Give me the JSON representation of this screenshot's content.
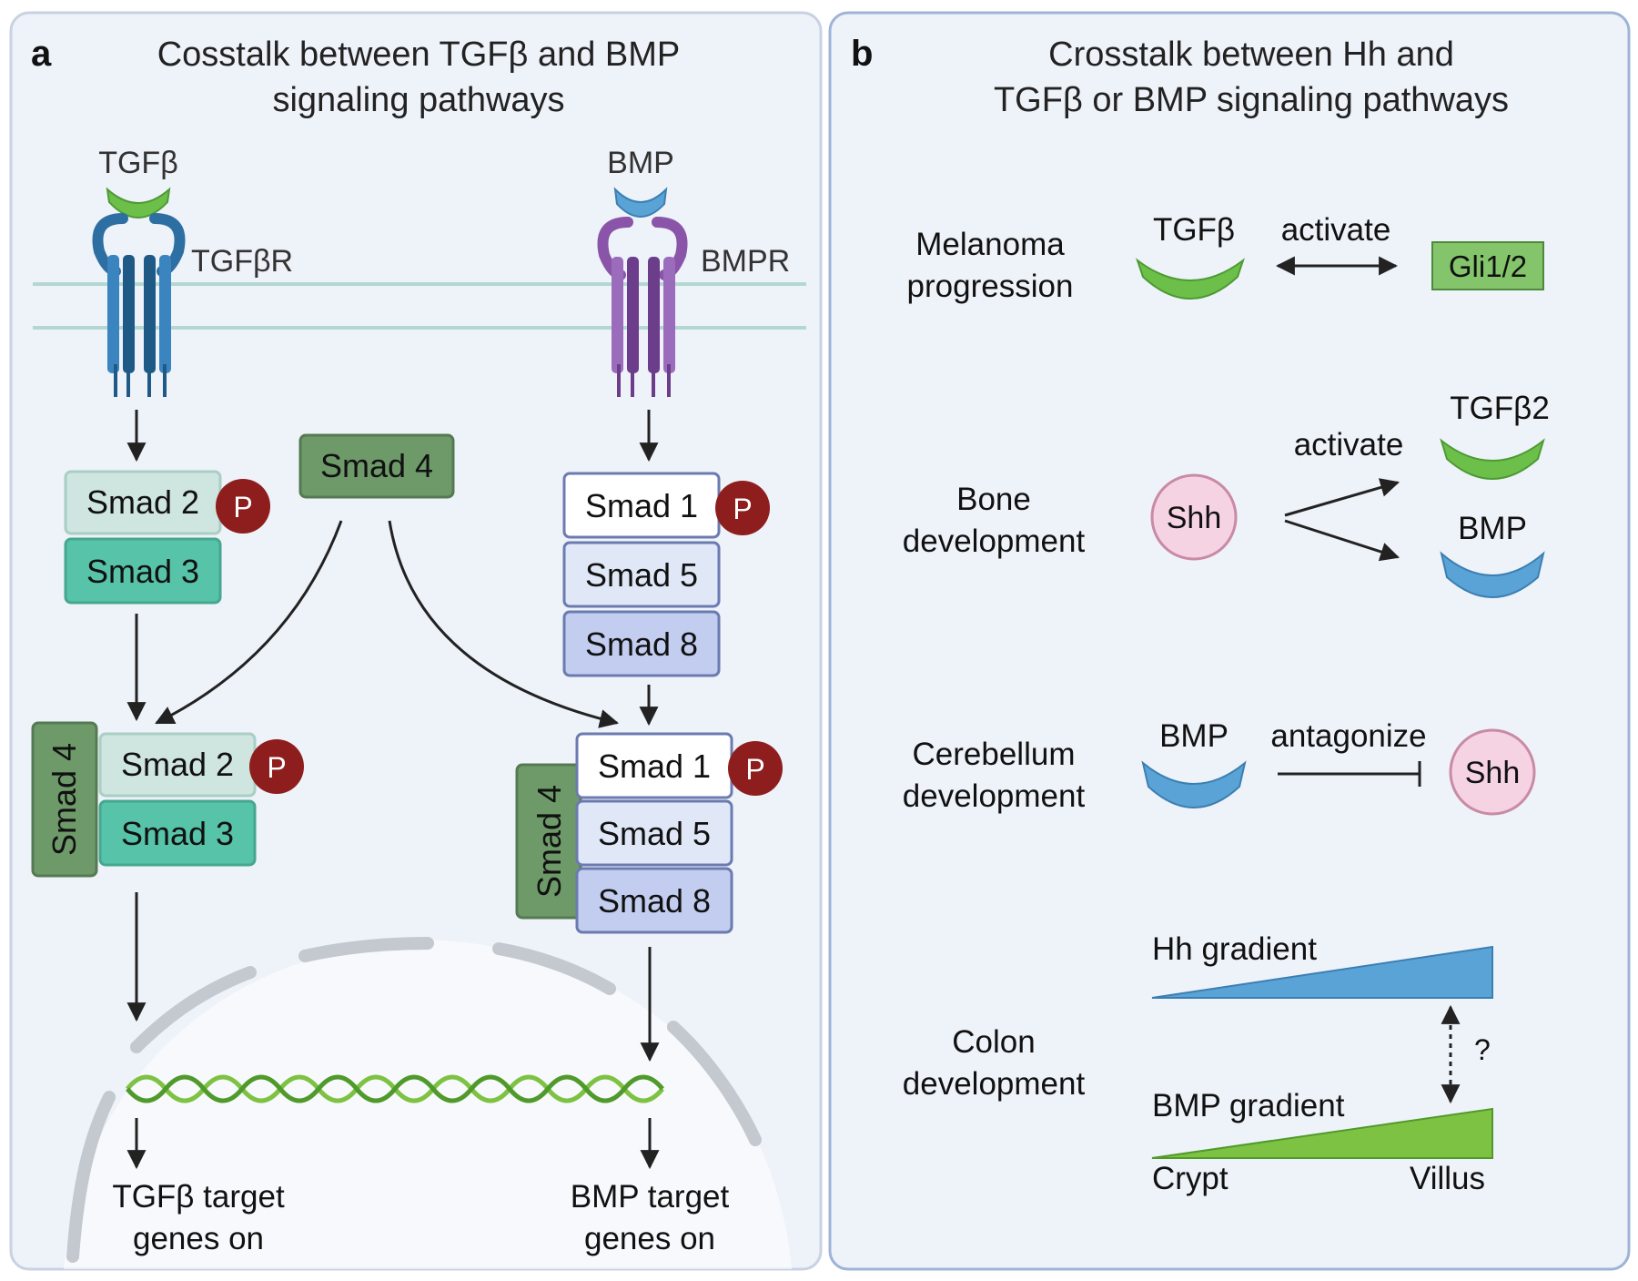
{
  "panel_a": {
    "letter": "a",
    "title_line1": "Cosstalk between TGFβ and BMP",
    "title_line2": "signaling pathways",
    "tgfb_ligand": "TGFβ",
    "tgfb_receptor": "TGFβR",
    "bmp_ligand": "BMP",
    "bmp_receptor": "BMPR",
    "smad2": "Smad 2",
    "smad3": "Smad 3",
    "smad4": "Smad 4",
    "smad1": "Smad 1",
    "smad5": "Smad 5",
    "smad8": "Smad 8",
    "phospho": "P",
    "tgfb_target_line1": "TGFβ target",
    "tgfb_target_line2": "genes on",
    "bmp_target_line1": "BMP target",
    "bmp_target_line2": "genes on"
  },
  "panel_b": {
    "letter": "b",
    "title_line1": "Crosstalk between Hh and",
    "title_line2": "TGFβ or BMP signaling pathways",
    "melanoma": {
      "label_line1": "Melanoma",
      "label_line2": "progression",
      "ligand": "TGFβ",
      "relation": "activate",
      "target": "Gli1/2"
    },
    "bone": {
      "label_line1": "Bone",
      "label_line2": "development",
      "source": "Shh",
      "relation": "activate",
      "target1": "TGFβ2",
      "target2": "BMP"
    },
    "cerebellum": {
      "label_line1": "Cerebellum",
      "label_line2": "development",
      "ligand": "BMP",
      "relation": "antagonize",
      "target": "Shh"
    },
    "colon": {
      "label_line1": "Colon",
      "label_line2": "development",
      "hh_gradient": "Hh gradient",
      "bmp_gradient": "BMP gradient",
      "question": "?",
      "crypt": "Crypt",
      "villus": "Villus"
    }
  },
  "colors": {
    "panel_bg": "#eef2f9",
    "panel_border": "#c9d2e3",
    "panel_border_b": "#9db4d8",
    "tgfb_green": "#6cc04a",
    "bmp_blue": "#5aa3d6",
    "tgfbr_blue": "#2d6fa3",
    "bmpr_purple": "#8a55a8",
    "smad2_fill": "#cfe5df",
    "smad3_fill": "#57c3a8",
    "smad4_fill": "#6e9a6a",
    "smad1_fill": "#ffffff",
    "smad5_fill": "#e0e7f7",
    "smad8_fill": "#c2cdf0",
    "phospho_red": "#8e1e1e",
    "shh_pink": "#f6d3e3",
    "gli_green": "#84c56b",
    "dna_green": "#7dc242",
    "nucleus_gray": "#c4c8cf"
  }
}
